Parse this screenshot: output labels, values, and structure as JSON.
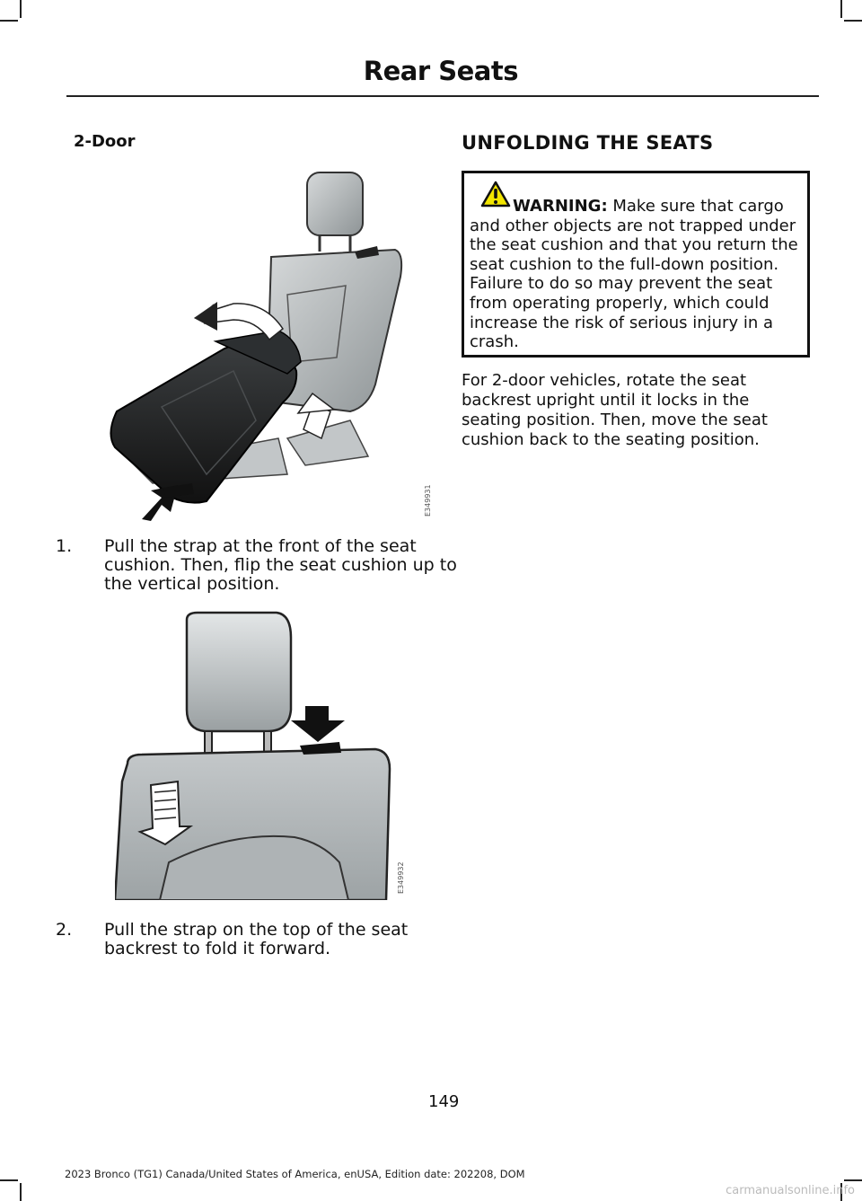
{
  "header": {
    "title": "Rear Seats"
  },
  "left": {
    "section_title": "2-Door",
    "figure1_id": "E349931",
    "figure2_id": "E349932",
    "steps": [
      {
        "number": "1.",
        "text": "Pull the strap at the front of the seat cushion. Then, flip the seat cushion up to the vertical position."
      },
      {
        "number": "2.",
        "text": "Pull the strap on the top of the seat backrest to fold it forward."
      }
    ]
  },
  "right": {
    "heading": "UNFOLDING THE SEATS",
    "warning": {
      "label": "WARNING:",
      "text": " Make sure that cargo and other objects are not trapped under the seat cushion and that you return the seat cushion to the full-down position. Failure to do so may prevent the seat from operating properly, which could increase the risk of serious injury in a crash."
    },
    "paragraph": "For 2-door vehicles, rotate the seat backrest upright until it locks in the seating position. Then, move the seat cushion back to the seating position."
  },
  "footer": {
    "page_number": "149",
    "edition": "2023 Bronco (TG1) Canada/United States of America, enUSA, Edition date: 202208, DOM"
  },
  "watermark": "carmanualsonline.info"
}
